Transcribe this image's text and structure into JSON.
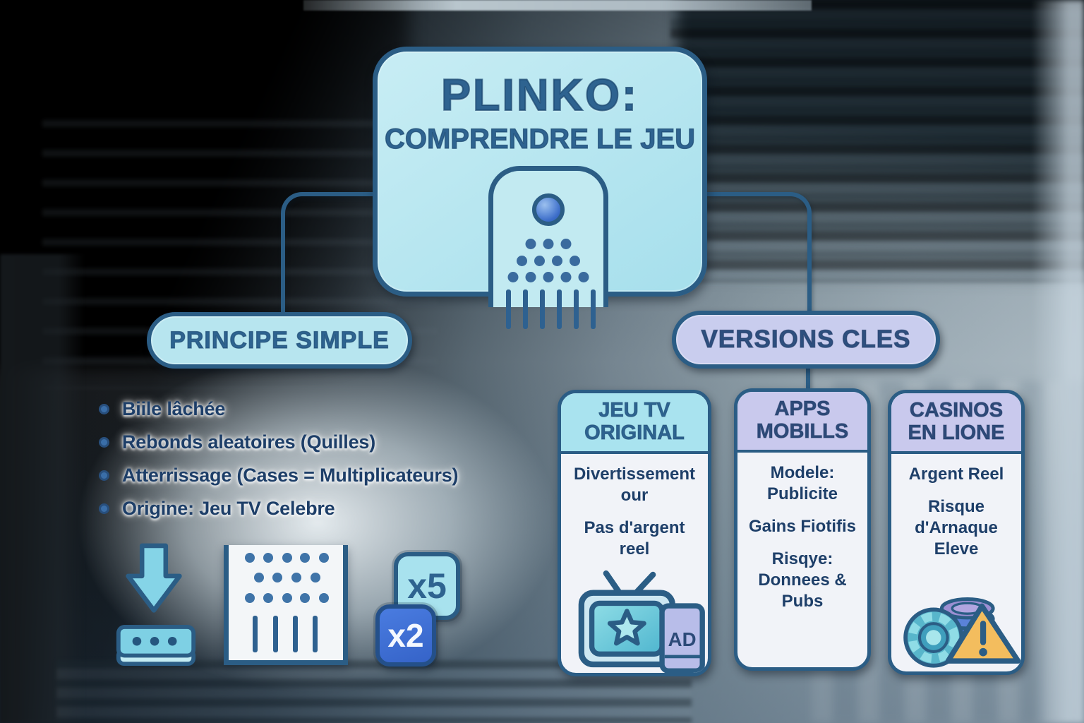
{
  "title": {
    "line1": "PLINKO:",
    "line2": "COMPRENDRE LE JEU"
  },
  "branch_left": {
    "label": "PRINCIPE SIMPLE"
  },
  "branch_right": {
    "label": "VERSIONS CLES"
  },
  "principles": {
    "bullets": [
      "Biile lâchée",
      "Rebonds aleatoires (Quilles)",
      "Atterrissage (Cases = Multiplicateurs)",
      "Origine: Jeu TV Celebre"
    ],
    "multiplier_tiles": [
      {
        "label": "x5"
      },
      {
        "label": "x2"
      }
    ]
  },
  "cards": [
    {
      "header": "JEU TV\nORIGINAL",
      "lines": [
        "Divertissement our",
        "Pas d'argent reel"
      ],
      "icon": "tv-with-ad-phone",
      "icon_label": "AD"
    },
    {
      "header": "APPS\nMOBILLS",
      "lines": [
        "Modele: Publicite",
        "Gains Fiotifis",
        "Risqye: Donnees & Pubs"
      ]
    },
    {
      "header": "CASINOS\nEN LIONE",
      "lines": [
        "Argent Reel",
        "Risque d'Arnaque Eleve"
      ],
      "icon": "casino-chips-warning"
    }
  ],
  "colors": {
    "outline": "#2b5d85",
    "cyan_fill": "#b3e4ef",
    "lavender_fill": "#c9cbec",
    "card_body_bg": "#f1f3f8",
    "navy_text": "#1e3f69",
    "blue_text": "#2e6390",
    "ball_blue": "#4477cc",
    "tile_blue": "#3d6fd6",
    "warning_orange": "#f3bd5e"
  }
}
